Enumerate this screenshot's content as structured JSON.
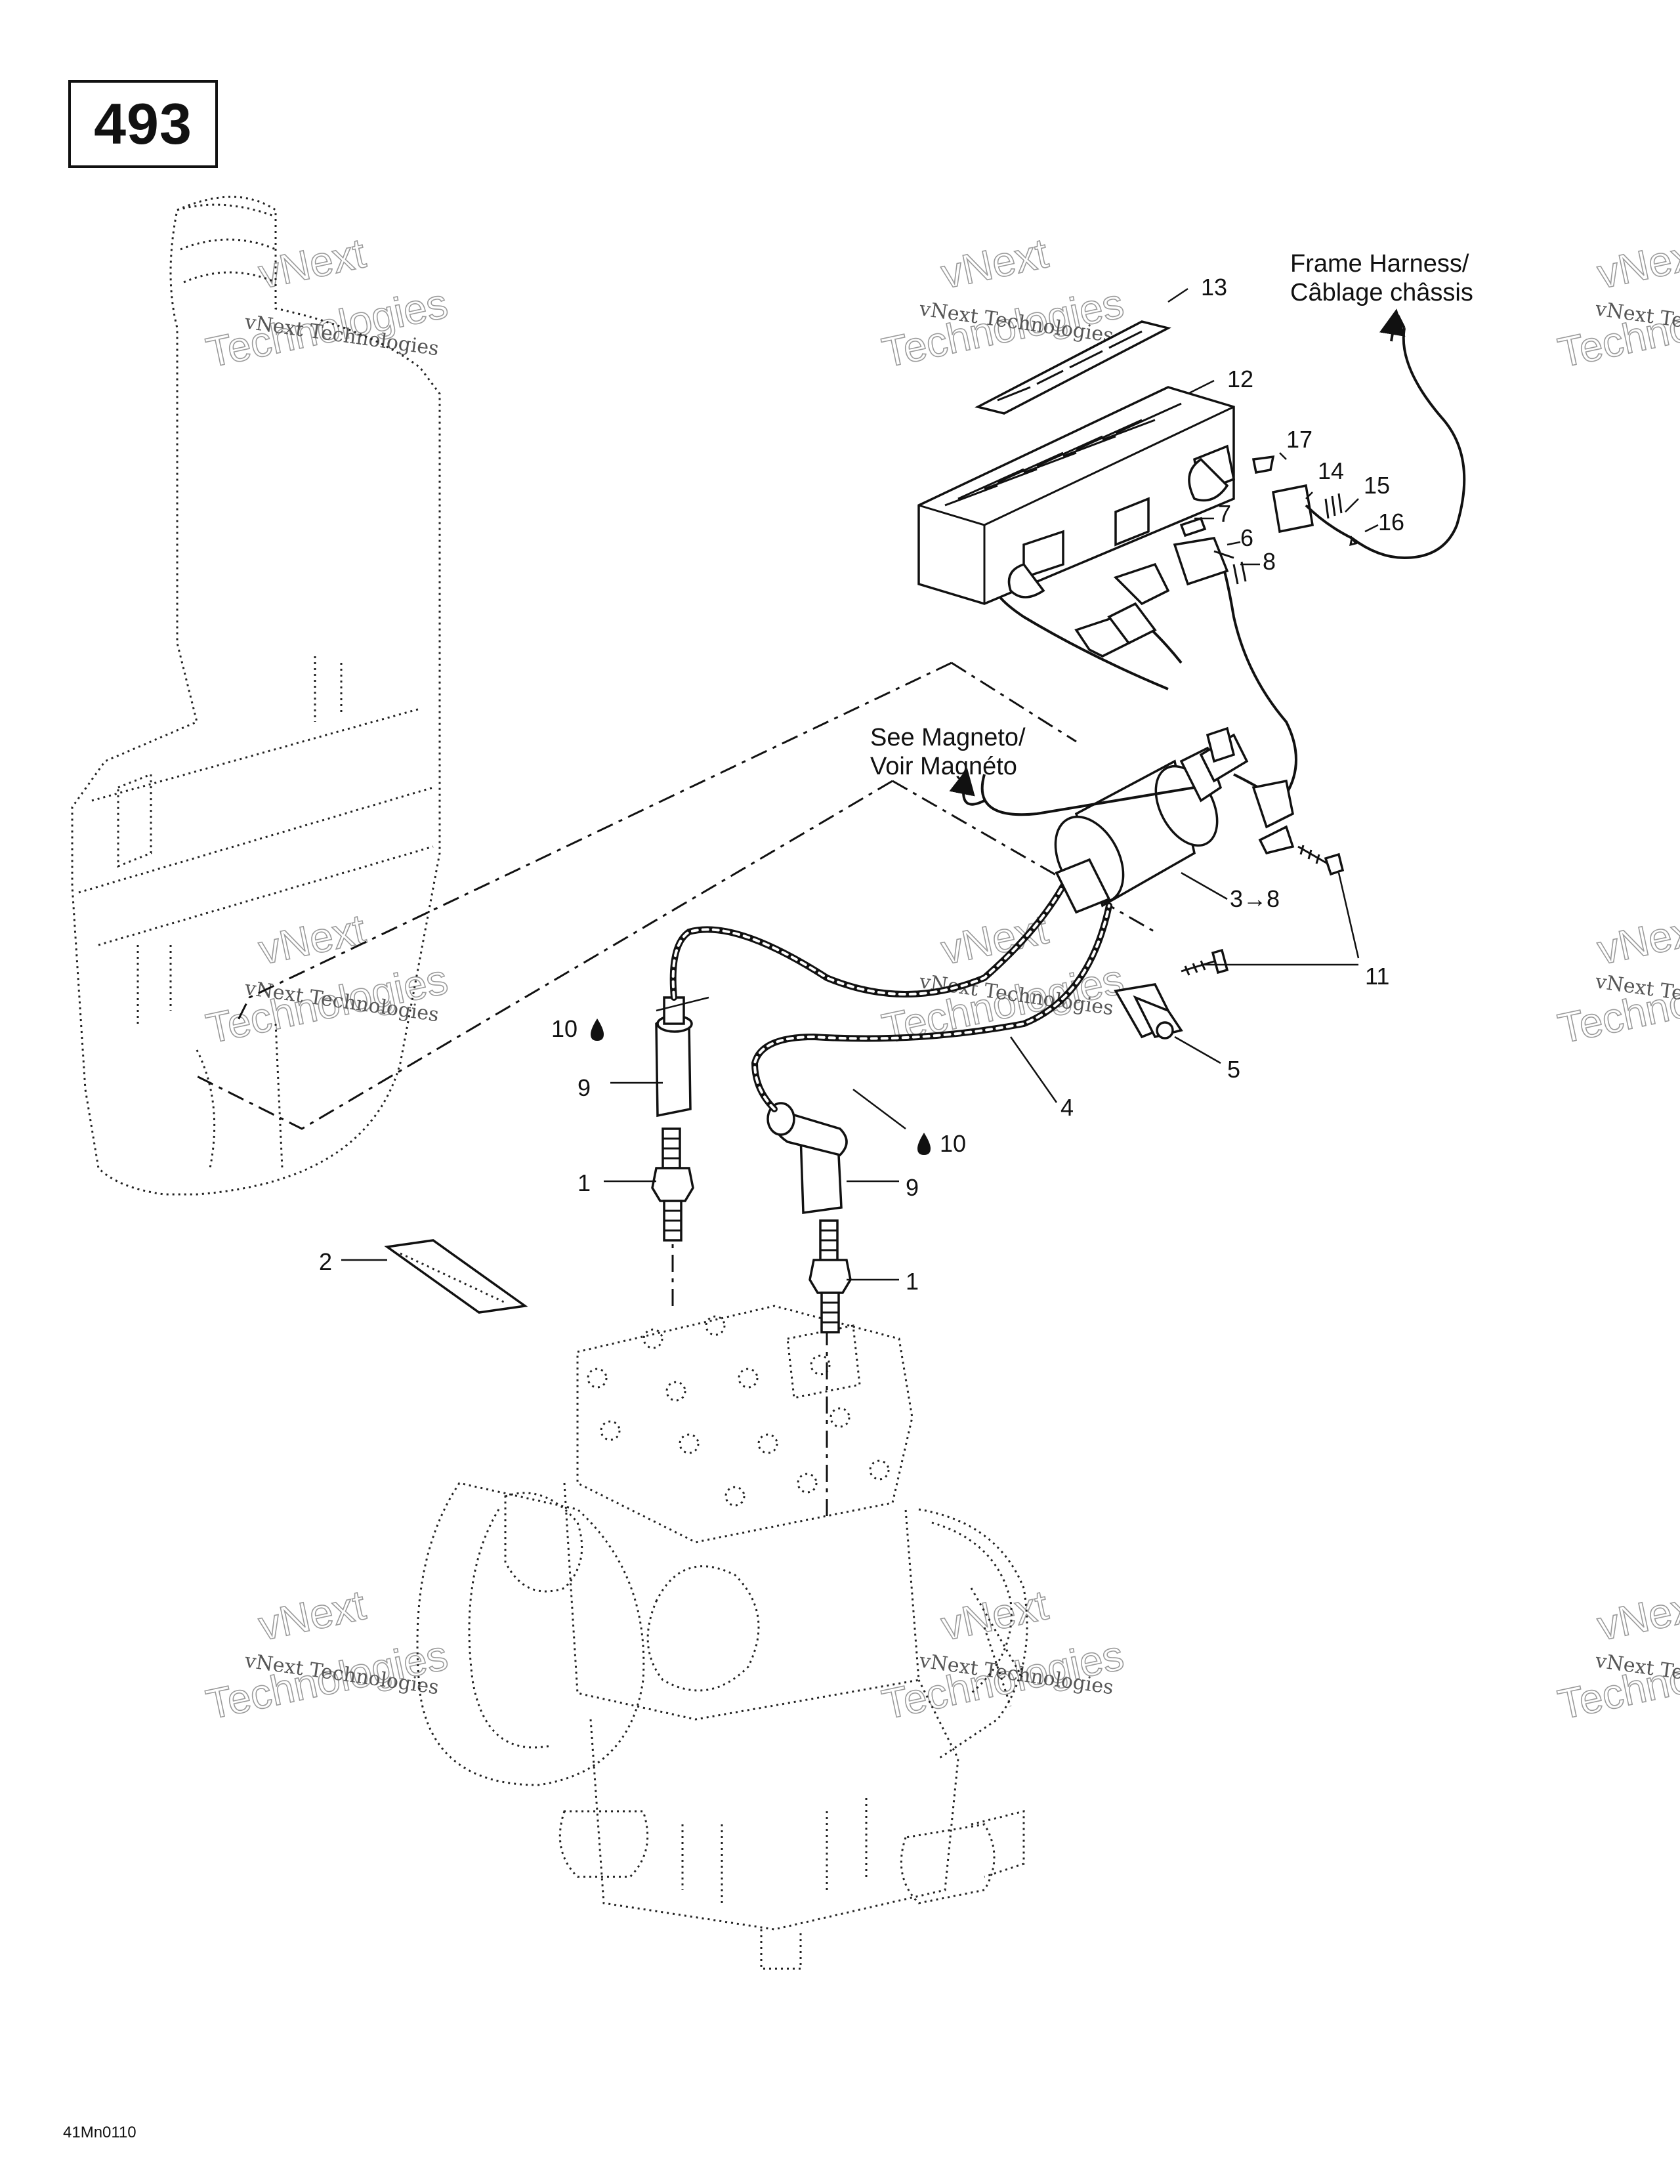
{
  "page_number": "493",
  "figure_code": "41Mn0110",
  "notes": {
    "frame_harness_en": "Frame Harness/",
    "frame_harness_fr": "Câblage châssis",
    "magneto_en": "See Magneto/",
    "magneto_fr": "Voir Magnéto"
  },
  "callouts": {
    "c1a": "1",
    "c1b": "1",
    "c2": "2",
    "c3": "3→8",
    "c4": "4",
    "c5": "5",
    "c6": "6",
    "c7": "7",
    "c8": "8",
    "c9a": "9",
    "c9b": "9",
    "c10a": "10",
    "c10b": "10",
    "c11": "11",
    "c12": "12",
    "c13": "13",
    "c14": "14",
    "c15": "15",
    "c16": "16",
    "c17": "17"
  },
  "watermark": {
    "line1": "vNext Technologies",
    "line2": "vNext",
    "line3": "Technologies"
  },
  "icons": {
    "drop": "sealant-drop-icon",
    "arrow": "arrow-icon"
  }
}
